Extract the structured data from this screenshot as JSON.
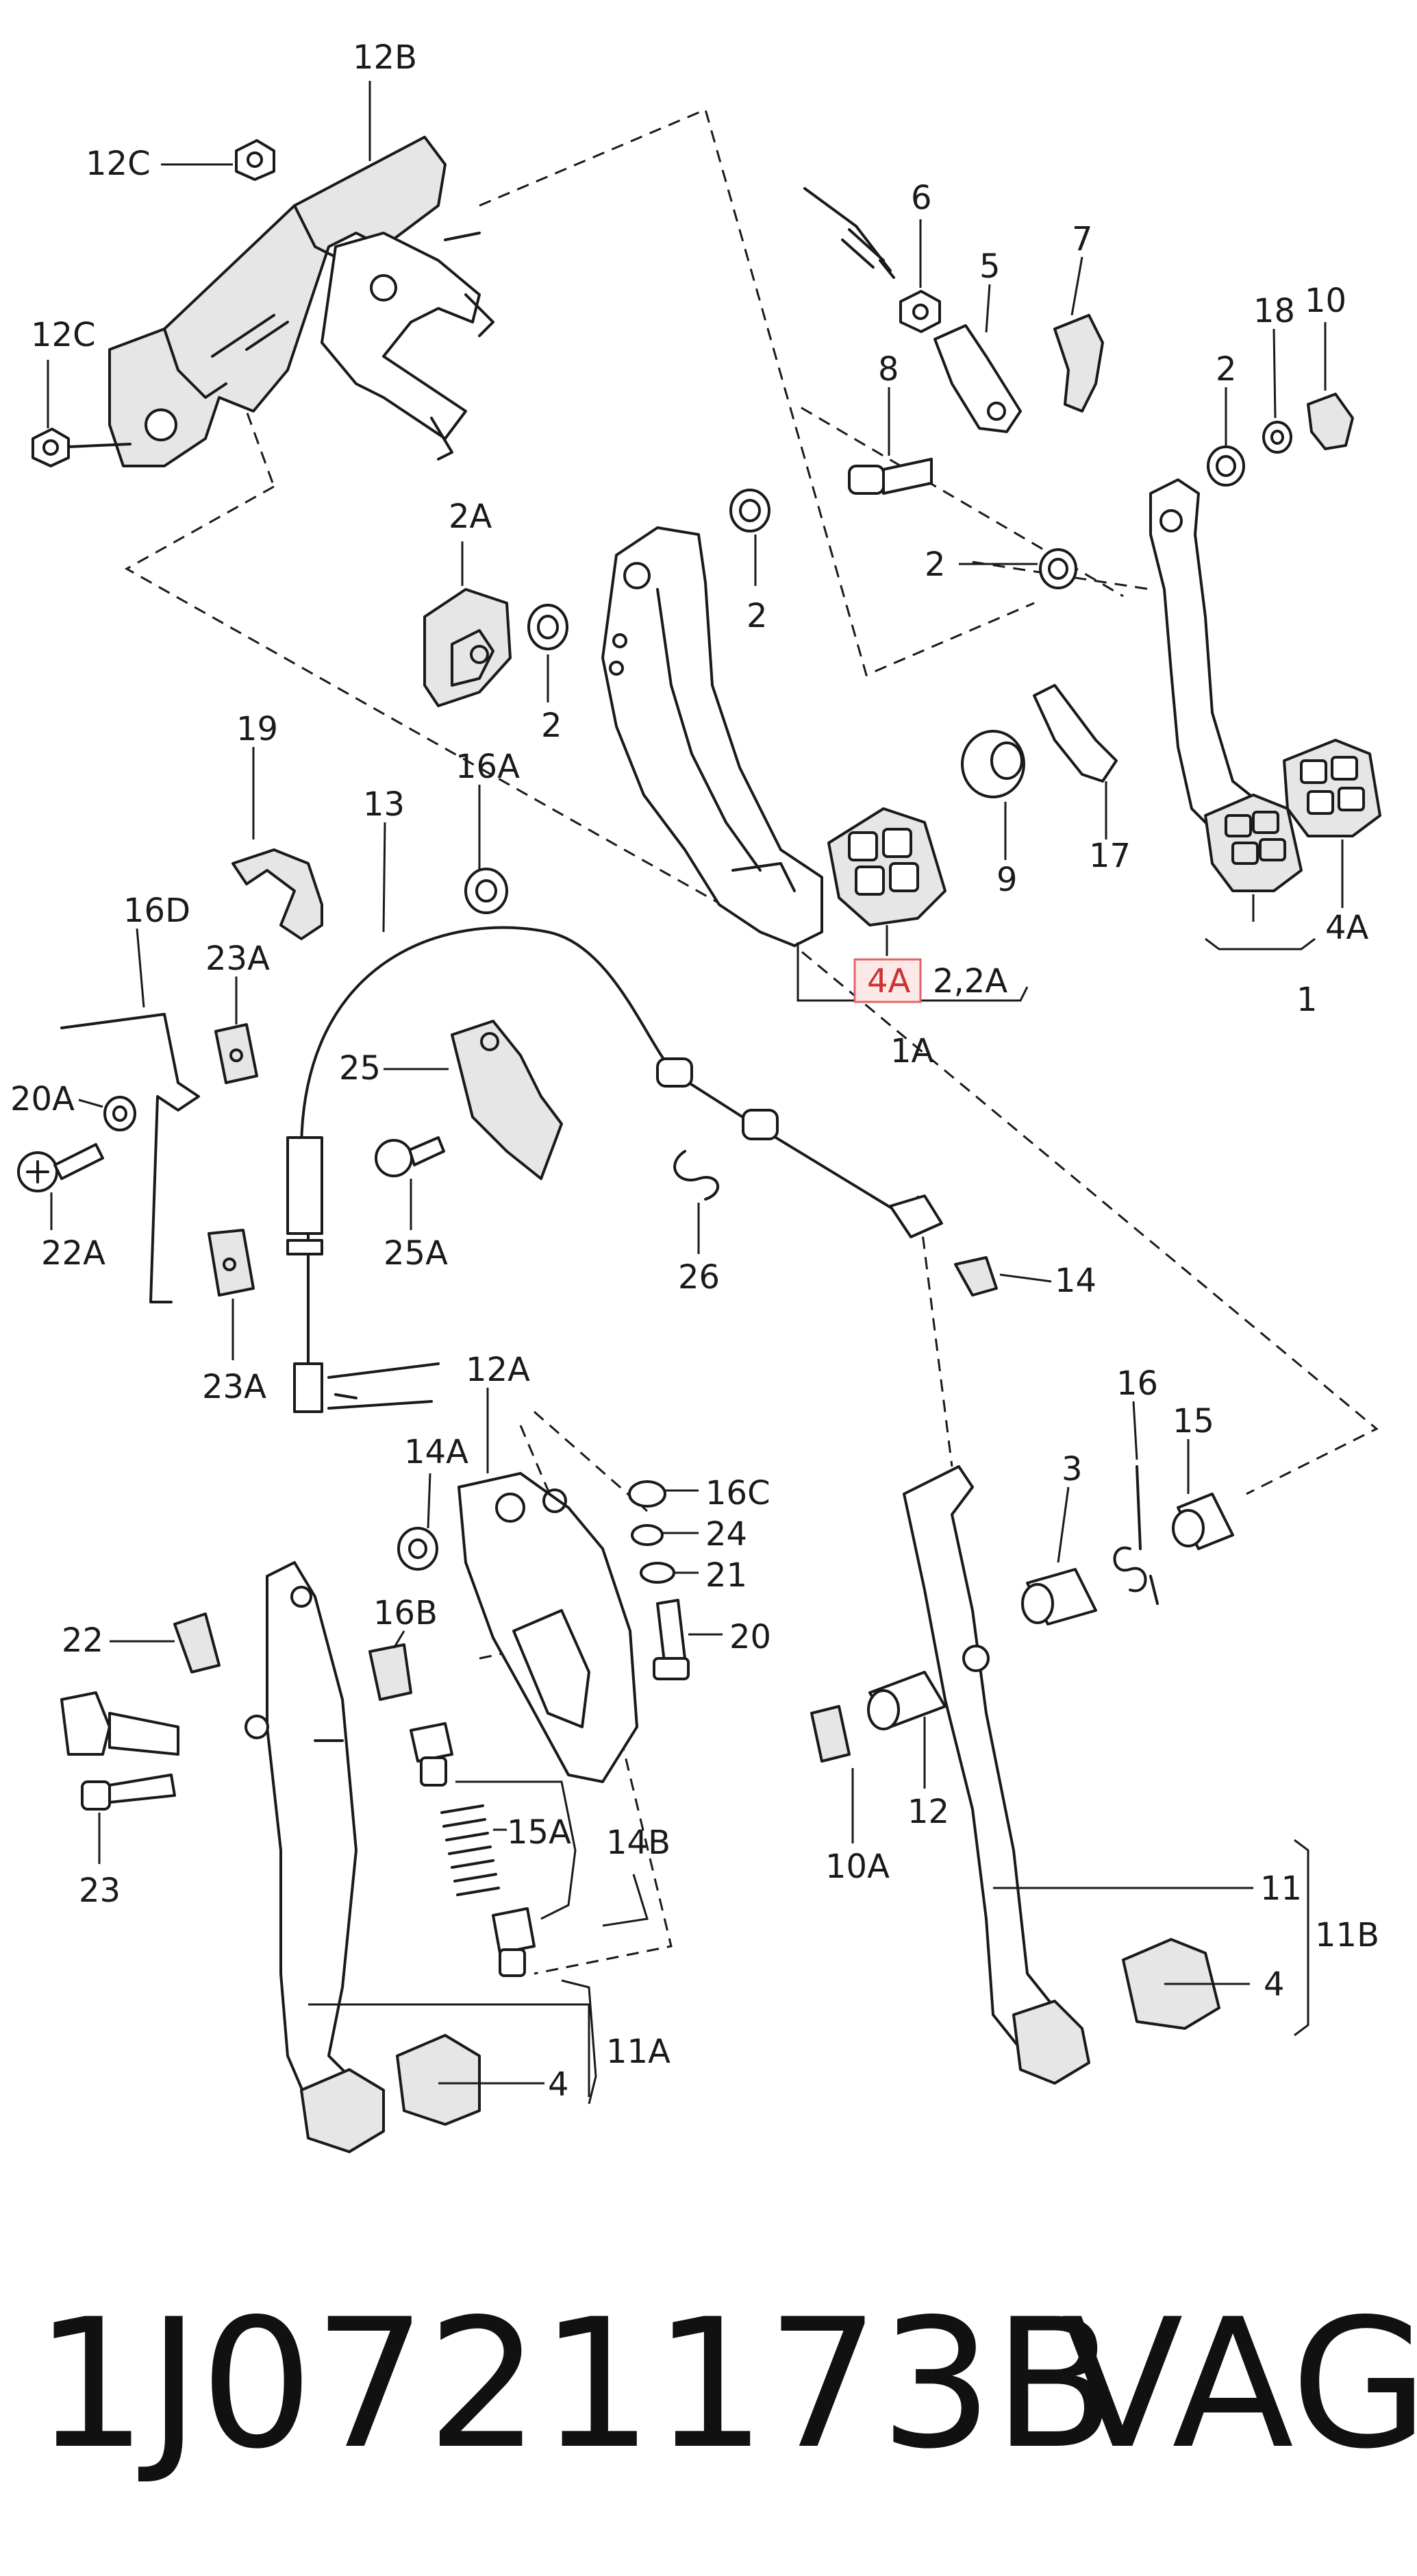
{
  "callouts": {
    "c12B": "12B",
    "c12C_top": "12C",
    "c12C_left": "12C",
    "c6": "6",
    "c5": "5",
    "c7": "7",
    "c8": "8",
    "c2_r1": "2",
    "c18": "18",
    "c10": "10",
    "c2A": "2A",
    "c2_a": "2",
    "c2_b": "2",
    "c2_c": "2",
    "c9": "9",
    "c17": "17",
    "c4A_r": "4A",
    "c1": "1",
    "c4A_hl": "4A",
    "c22A_lbl": "2,2A",
    "c1A": "1A",
    "c19": "19",
    "c13": "13",
    "c16A": "16A",
    "c16D": "16D",
    "c23A_top": "23A",
    "c25": "25",
    "c20A": "20A",
    "c22A": "22A",
    "c25A": "25A",
    "c26": "26",
    "c14": "14",
    "c23A_bot": "23A",
    "c12A": "12A",
    "c14A": "14A",
    "c16C": "16C",
    "c24": "24",
    "c21": "21",
    "c16": "16",
    "c15": "15",
    "c3": "3",
    "c22": "22",
    "c16B": "16B",
    "c20": "20",
    "c23": "23",
    "c15A": "15A",
    "c14B": "14B",
    "c10A": "10A",
    "c12": "12",
    "c11": "11",
    "c11B": "11B",
    "c4_r": "4",
    "c4_l": "4",
    "c11A": "11A"
  },
  "footer": {
    "part_number": "1J0721173B",
    "brand": "VAG"
  },
  "colors": {
    "line": "#1a1a1a",
    "highlight_border": "#e06666",
    "highlight_fill": "#fde8e8",
    "highlight_text": "#cc3333"
  }
}
